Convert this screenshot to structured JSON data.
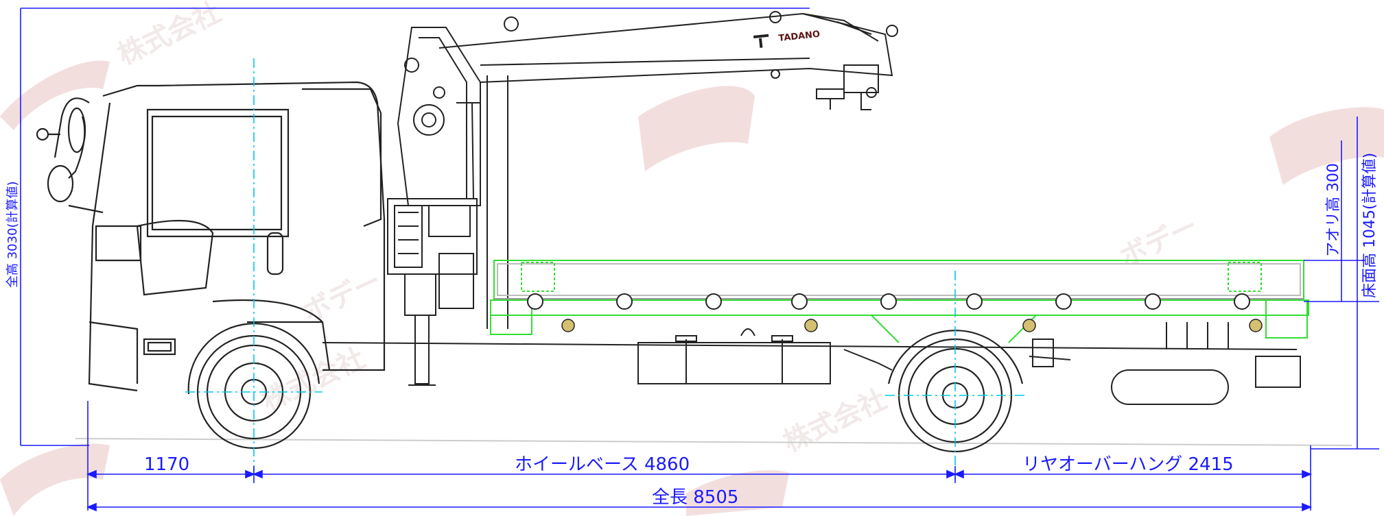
{
  "dimensions": {
    "total_height": "全高 3030(計算値)",
    "front_overhang": "1170",
    "wheelbase": "ホイールベース 4860",
    "rear_overhang": "リヤオーバーハング 2415",
    "total_length": "全長 8505",
    "tailgate_height": "アオリ高 300",
    "bed_height": "床面高 1045(計算値)"
  },
  "crane": {
    "brand": "TADANO"
  },
  "colors": {
    "line": "#222222",
    "dimension": "#1a1aff",
    "centerline": "#00c8e6",
    "bed": "#33dd33",
    "watermark": "#e6c8c8"
  }
}
